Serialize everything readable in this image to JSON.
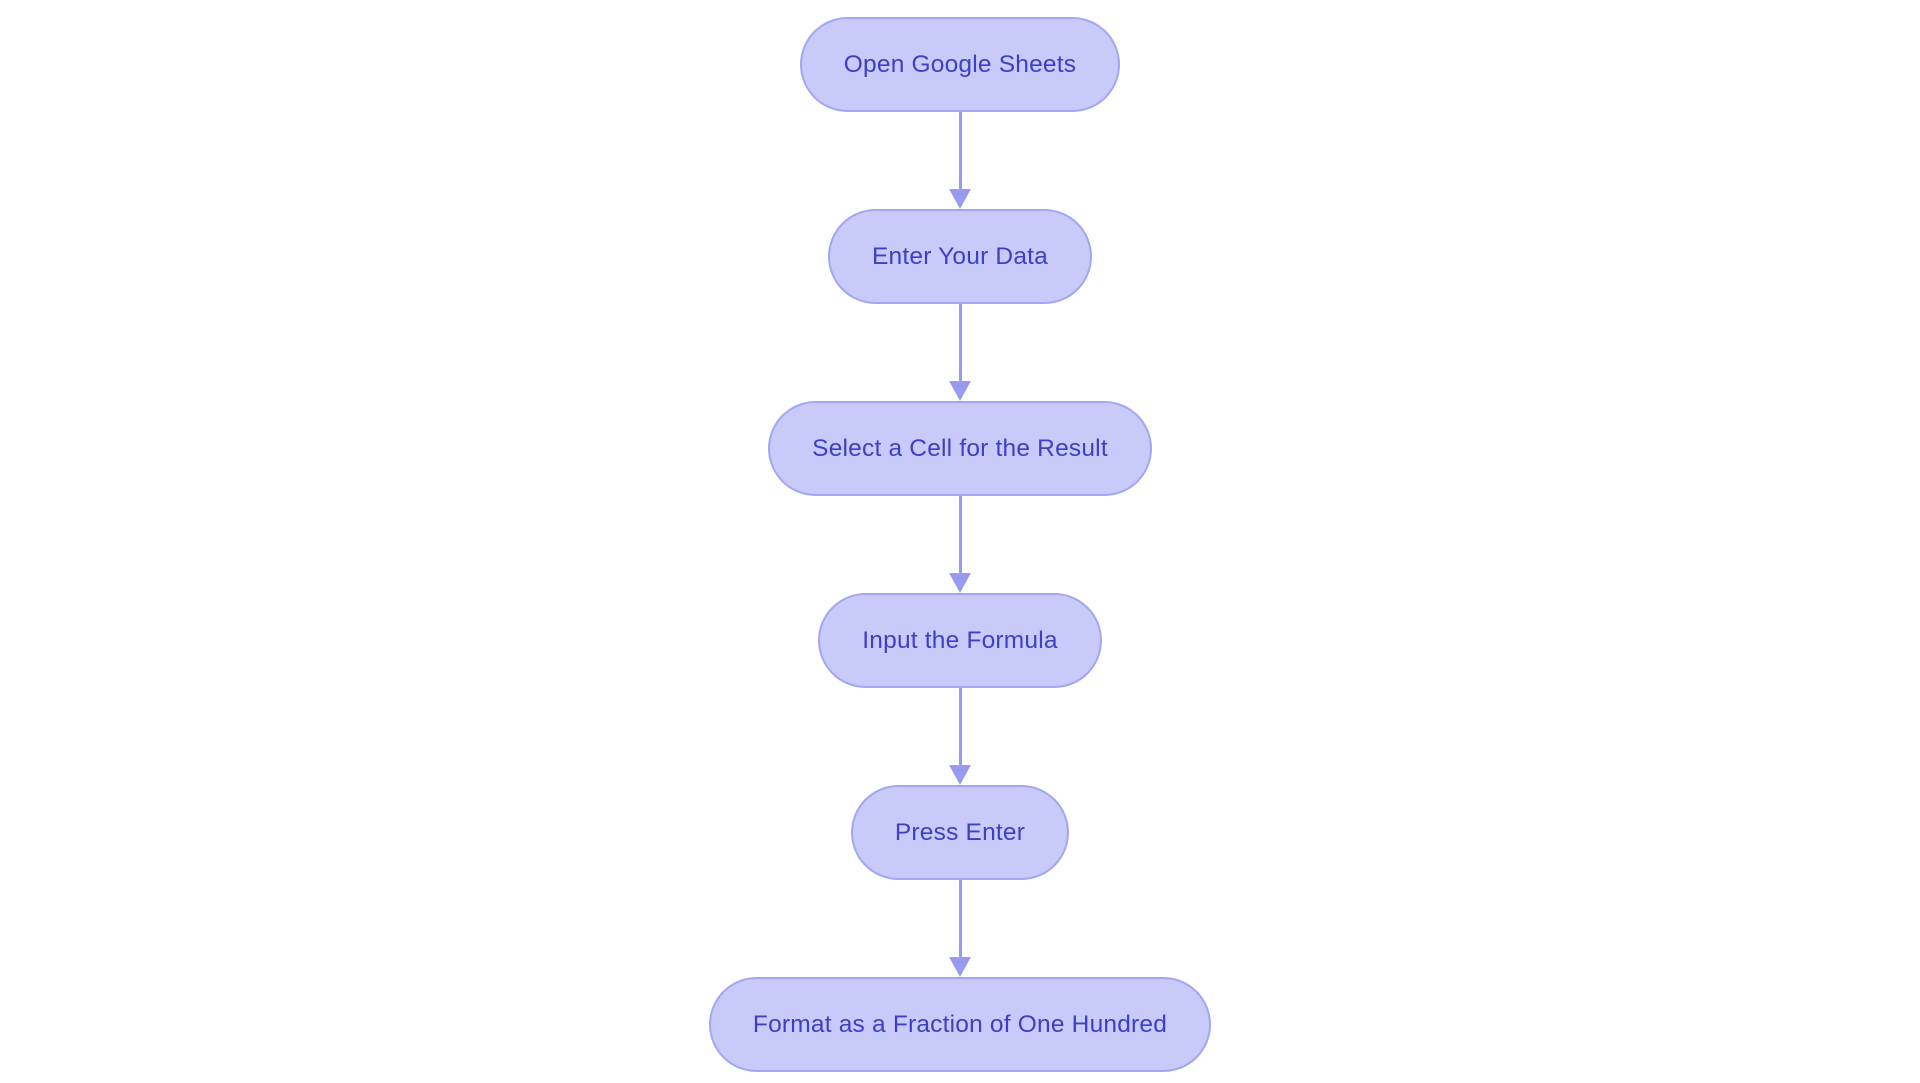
{
  "flowchart": {
    "type": "flowchart",
    "direction": "top-to-bottom",
    "colors": {
      "node_fill": "#c8cafa",
      "node_border": "#a3a6f1",
      "node_text": "#3d40c4",
      "arrow": "#979cf0",
      "background": "#ffffff"
    },
    "nodes": [
      {
        "id": "step-1",
        "label": "Open Google Sheets"
      },
      {
        "id": "step-2",
        "label": "Enter Your Data"
      },
      {
        "id": "step-3",
        "label": "Select a Cell for the Result"
      },
      {
        "id": "step-4",
        "label": "Input the Formula"
      },
      {
        "id": "step-5",
        "label": "Press Enter"
      },
      {
        "id": "step-6",
        "label": "Format as a Fraction of One Hundred"
      }
    ],
    "edges": [
      {
        "from": "step-1",
        "to": "step-2"
      },
      {
        "from": "step-2",
        "to": "step-3"
      },
      {
        "from": "step-3",
        "to": "step-4"
      },
      {
        "from": "step-4",
        "to": "step-5"
      },
      {
        "from": "step-5",
        "to": "step-6"
      }
    ]
  }
}
